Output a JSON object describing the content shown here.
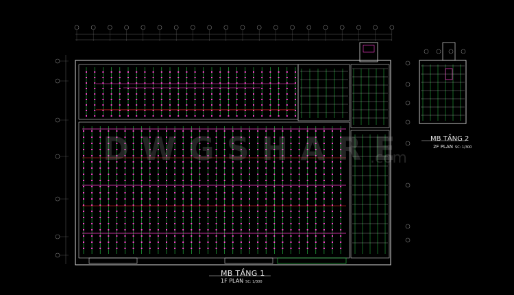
{
  "plan_1f": {
    "title": "MB TẦNG 1",
    "subtitle": "1F PLAN",
    "scale": "SC: 1/300"
  },
  "plan_2f": {
    "title": "MB TẦNG 2",
    "subtitle": "2F PLAN",
    "scale": "SC: 1/300"
  },
  "watermark": {
    "main": "DWGSHARE",
    "suffix": ".com"
  },
  "colors": {
    "background": "#000000",
    "wall_lines": "#d8d8d8",
    "cable_green": "#2bd24a",
    "fixture_magenta": "#ff3fd2",
    "conduit_red": "#ff2a2a",
    "label_white": "#e8e8e8",
    "grid_gray": "#7a7a7a"
  }
}
